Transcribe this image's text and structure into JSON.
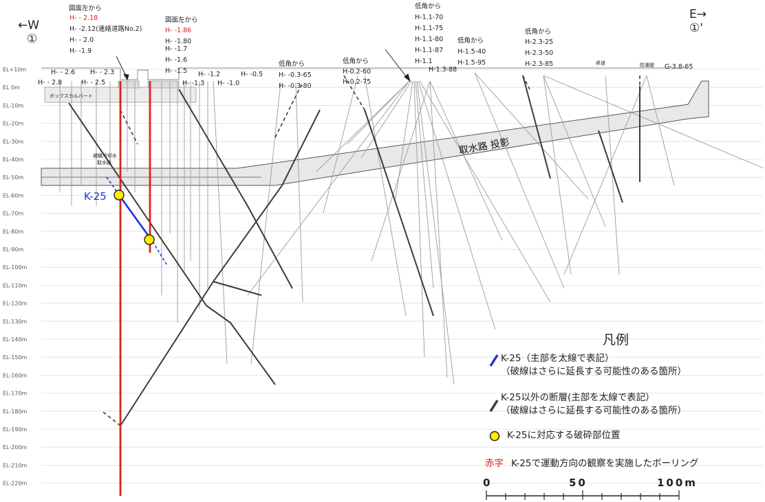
{
  "direction": {
    "west": "←W",
    "west_circle": "①",
    "east": "E→",
    "east_circle": "①'"
  },
  "elevation_labels": [
    "EL+10m",
    "EL 0m",
    "EL-10m",
    "EL-20m",
    "EL-30m",
    "EL-40m",
    "EL-50m",
    "EL-60m",
    "EL-70m",
    "EL-80m",
    "EL-90m",
    "EL-100m",
    "EL-110m",
    "EL-120m",
    "EL-130m",
    "EL-140m",
    "EL-150m",
    "EL-160m",
    "EL-170m",
    "EL-180m",
    "EL-190m",
    "EL-200m",
    "EL-210m",
    "EL-220m"
  ],
  "group_headers": {
    "zumen_left_1": "図面左から",
    "zumen_left_2": "図面左から",
    "teikaku_1": "低角から",
    "teikaku_2": "低角から",
    "teikaku_3": "低角から",
    "teikaku_4": "低角から",
    "teikaku_5": "低角から"
  },
  "boreholes": {
    "g1": [
      "H- - 2.18",
      "H- -2.12(連絡道路No.2)",
      "H- - 2.0",
      "H- -1.9"
    ],
    "g2": [
      "H- -1.86",
      "H- -1.80",
      "H- -1.7",
      "H- -1.6",
      "H- -1.5"
    ],
    "top_row": [
      "H- - 2.6",
      "H- - 2.3",
      "H- - 2.8",
      "H- - 2.5",
      "H- -1.2",
      "H- -0.5",
      "H- -1.3",
      "H- -1.0"
    ],
    "g3": [
      "H- -0.3-65",
      "H- -0.3-80"
    ],
    "g4": [
      "H-0.2-60",
      "H-0.2-75"
    ],
    "g5": [
      "H-1.1-70",
      "H-1.1-75",
      "H-1.1-80",
      "H-1.1-87",
      "H-1.1",
      "H-1.3-88"
    ],
    "g6": [
      "H-1.5-40",
      "H-1.5-95"
    ],
    "g7": [
      "H-2.3-25",
      "H-2.3-50",
      "H-2.3-85"
    ],
    "far": "G-3.8-65"
  },
  "structures": {
    "box_culvert": "ボックスカルバート",
    "intake": "取水路 投影",
    "cooling": "補機冷却水\n取水路",
    "road": "県道",
    "seawall": "防潮堤"
  },
  "k25_label": "K-25",
  "legend": {
    "title": "凡例",
    "k25_line1": "K-25（主部を太線で表記）",
    "k25_line2": "（破線はさらに延長する可能性のある箇所）",
    "other_line1": "K-25以外の断層(主部を太線で表記）",
    "other_line2": "（破線はさらに延長する可能性のある箇所）",
    "breccia": "K-25に対応する破砕部位置",
    "red_label": "赤字",
    "red_desc": "K-25で運動方向の観察を実施したボーリング",
    "scale": [
      "0",
      "50",
      "100m"
    ]
  },
  "colors": {
    "k25": "#1d33d6",
    "red": "#e0201c",
    "marker": "#ffec00",
    "fault": "#3a3a3a"
  }
}
